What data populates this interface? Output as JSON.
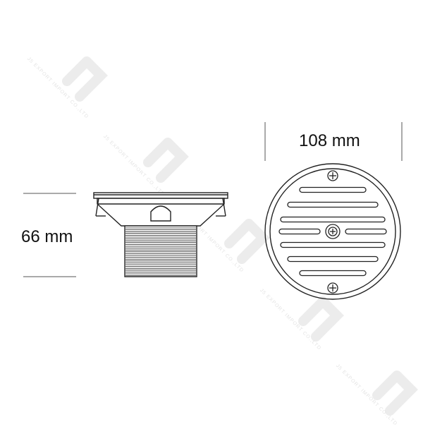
{
  "dimensions": {
    "width_label": "108 mm",
    "height_label": "66 mm"
  },
  "watermark": {
    "logo_text": "J5",
    "company_text": "J5 EXPORT IMPORT CO.,LTD"
  },
  "colors": {
    "line": "#222222",
    "dimension_line": "#555555",
    "watermark": "#e4e4e4"
  }
}
